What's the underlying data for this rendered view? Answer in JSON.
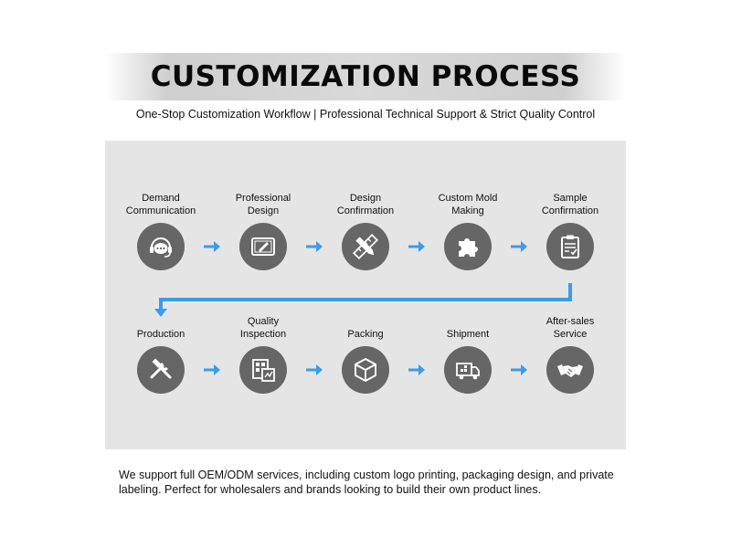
{
  "header": {
    "title": "CUSTOMIZATION PROCESS",
    "subtitle": "One-Stop Customization Workflow | Professional Technical Support & Strict Quality Control"
  },
  "colors": {
    "panel": "#e5e5e5",
    "circle": "#666666",
    "arrow": "#3d9be9"
  },
  "steps": [
    {
      "label": "Demand\nCommunication",
      "icon": "headset-chat-icon"
    },
    {
      "label": "Professional\nDesign",
      "icon": "tablet-pen-icon"
    },
    {
      "label": "Design\nConfirmation",
      "icon": "pencil-ruler-icon"
    },
    {
      "label": "Custom Mold\nMaking",
      "icon": "puzzle-icon"
    },
    {
      "label": "Sample\nConfirmation",
      "icon": "clipboard-check-icon"
    },
    {
      "label": "Production",
      "icon": "wrench-hammer-icon"
    },
    {
      "label": "Quality\nInspection",
      "icon": "inspection-icon"
    },
    {
      "label": "Packing",
      "icon": "box-icon"
    },
    {
      "label": "Shipment",
      "icon": "truck-icon"
    },
    {
      "label": "After-sales\nService",
      "icon": "handshake-icon"
    }
  ],
  "footer": {
    "text": "We support full OEM/ODM services, including custom logo printing, packaging design, and private labeling. Perfect for wholesalers and brands looking to build their own product lines."
  }
}
